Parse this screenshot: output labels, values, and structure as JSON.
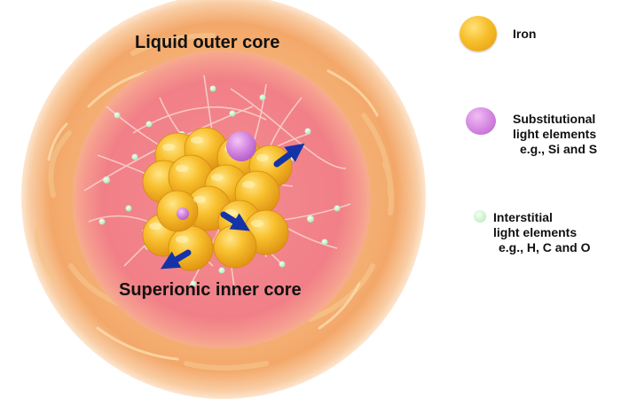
{
  "labels": {
    "outer_core": "Liquid outer core",
    "inner_core": "Superionic inner core"
  },
  "legend": [
    {
      "name": "iron",
      "lines": [
        "Iron"
      ],
      "color": "#f7be2a"
    },
    {
      "name": "substitutional",
      "lines": [
        "Substitutional",
        "light elements",
        "e.g., Si and S"
      ],
      "color": "#d385e0"
    },
    {
      "name": "interstitial",
      "lines": [
        "Interstitial",
        "light elements",
        "e.g., H, C and O"
      ],
      "color": "#c9f2cf"
    }
  ],
  "colors": {
    "outer_core": "#f6b97c",
    "inner_core": "#f07f86",
    "iron": "#f7be2a",
    "substitutional": "#d385e0",
    "interstitial": "#c9f2cf",
    "arrow": "#1533a8"
  },
  "icons": [
    "iron-atom-icon",
    "substitutional-atom-icon",
    "interstitial-atom-icon",
    "motion-arrow-icon"
  ]
}
